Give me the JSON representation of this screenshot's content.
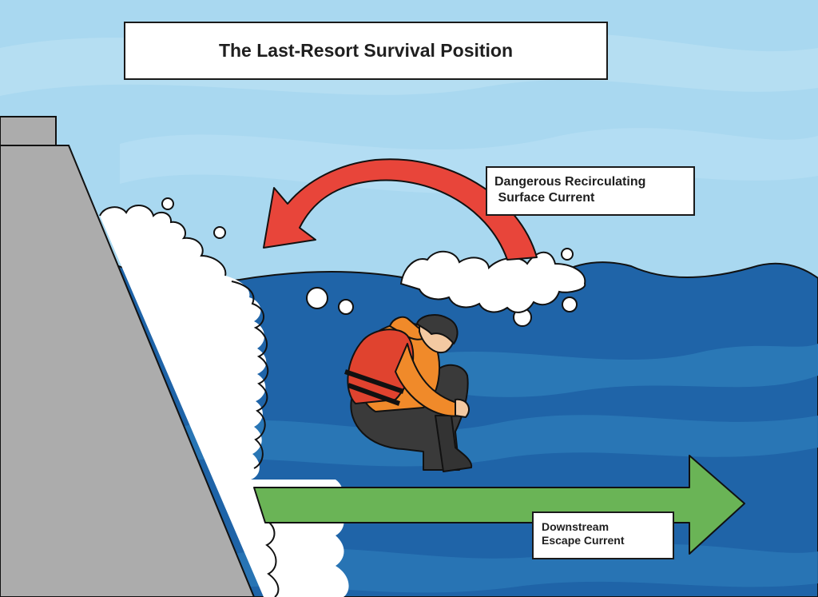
{
  "title": "The Last-Resort Survival Position",
  "labels": {
    "recirculating_current": [
      "Dangerous Recirculating",
      " Surface Current"
    ],
    "escape_current": [
      "Downstream",
      "Escape Current"
    ]
  },
  "elements": {
    "dam_wall": "dam-wall",
    "person": "person-in-survival-position",
    "recirculating_arrow": "red-curved-arrow",
    "escape_arrow": "green-straight-arrow"
  },
  "colors": {
    "sky_water": "#a9d8f0",
    "deep_water": "#1f64a8",
    "deep_water_light": "#2a78b6",
    "dam": "#acacac",
    "recirculating_arrow": "#e8453a",
    "escape_arrow": "#6ab456",
    "life_vest": "#e0432f",
    "jacket": "#f08a2a",
    "pants": "#3a3a3a",
    "skin": "#f3c9a2"
  }
}
